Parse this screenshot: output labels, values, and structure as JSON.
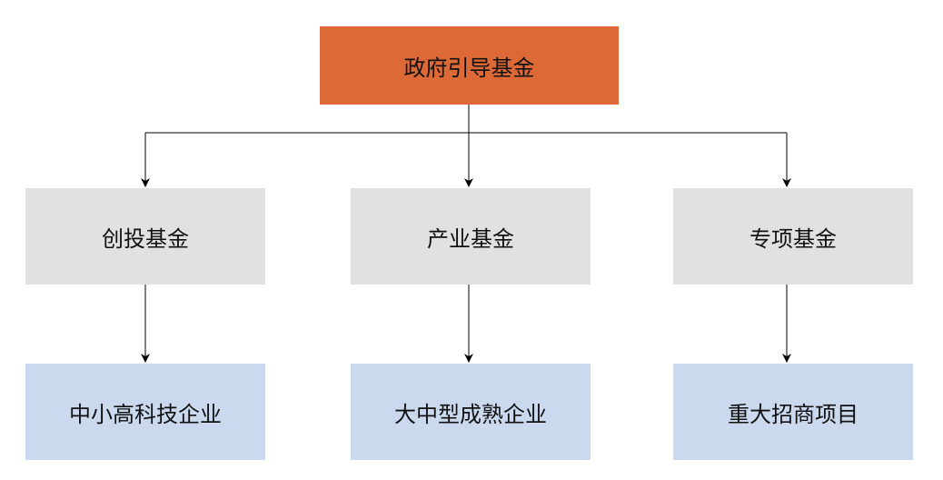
{
  "root": {
    "label": "政府引导基金",
    "color": "#dd6a36"
  },
  "level2": [
    {
      "label": "创投基金"
    },
    {
      "label": "产业基金"
    },
    {
      "label": "专项基金"
    }
  ],
  "level3": [
    {
      "label": "中小高科技企业"
    },
    {
      "label": "大中型成熟企业"
    },
    {
      "label": "重大招商项目"
    }
  ],
  "colors": {
    "level2_fill": "#e0e1e0",
    "level3_fill": "#cbd9ee",
    "connector": "#000000"
  }
}
